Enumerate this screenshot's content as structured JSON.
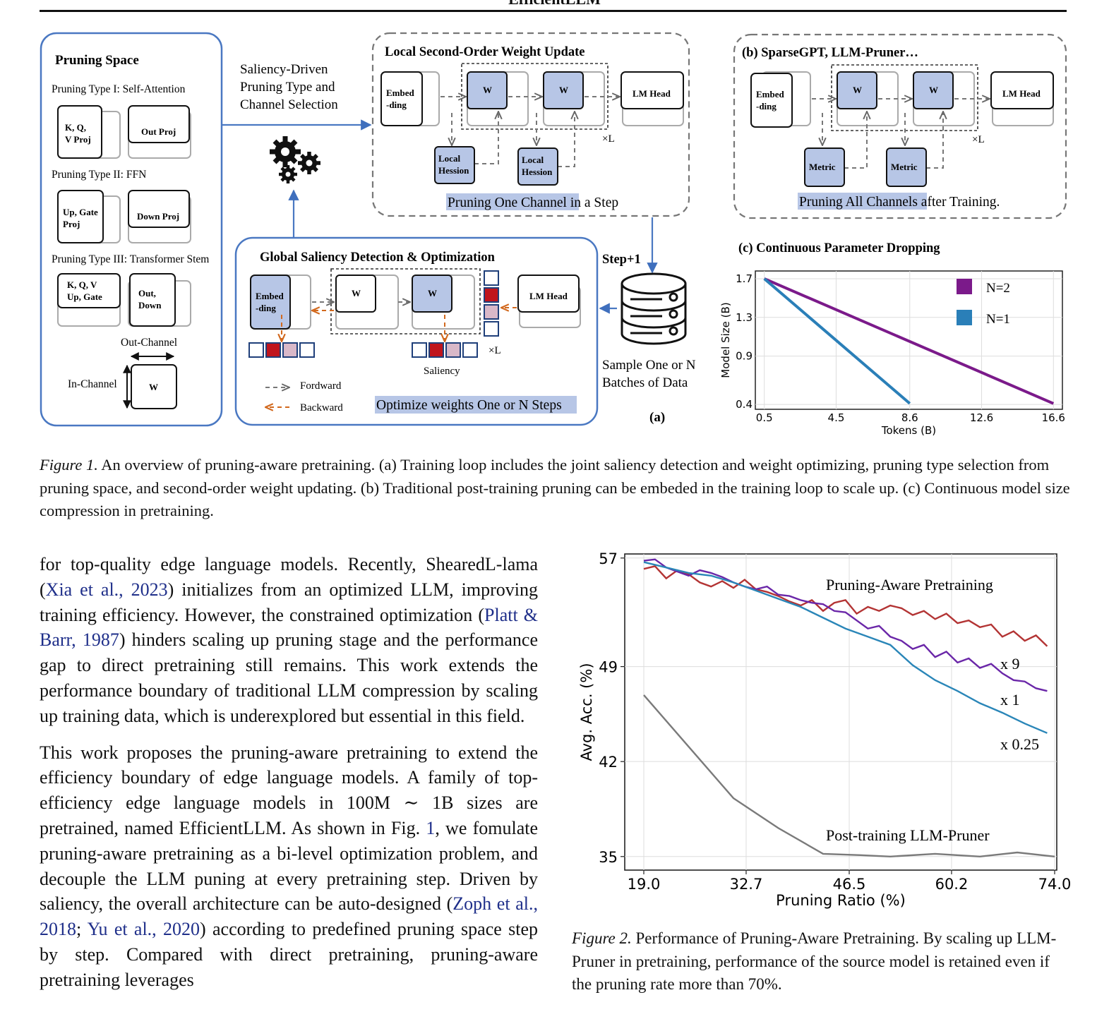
{
  "page": {
    "running_header": "EfficientLLM"
  },
  "fig1": {
    "pruning_space": {
      "title": "Pruning Space",
      "type1": "Pruning Type I: Self-Attention",
      "type1_boxes": [
        [
          "K, Q,",
          "V Proj"
        ],
        [
          "Out Proj"
        ]
      ],
      "type2": "Pruning Type II: FFN",
      "type2_boxes": [
        [
          "Up, Gate",
          "Proj"
        ],
        [
          "Down Proj"
        ]
      ],
      "type3": "Pruning Type III: Transformer Stem",
      "type3_boxes": [
        [
          "K, Q, V",
          "Up, Gate"
        ],
        [
          "Out,",
          "Down"
        ]
      ],
      "out_channel": "Out-Channel",
      "in_channel": "In-Channel",
      "w": "W"
    },
    "saliency_label": [
      "Saliency-Driven",
      "Pruning Type and",
      "Channel Selection"
    ],
    "local_update": {
      "title": "Local Second-Order Weight Update",
      "embed": [
        "Embed",
        "-ding"
      ],
      "w": "W",
      "lm_head": "LM Head",
      "times_l": "×L",
      "hession": [
        "Local",
        "Hession"
      ],
      "caption_highlight": "Pruning One Channel",
      "caption_rest": " in a Step"
    },
    "sparsegpt": {
      "title": "(b) SparseGPT, LLM-Pruner…",
      "embed": [
        "Embed",
        "-ding"
      ],
      "w": "W",
      "lm_head": "LM Head",
      "times_l": "×L",
      "metric": "Metric",
      "caption_highlight": "Pruning All Channels",
      "caption_rest": " after Training."
    },
    "global": {
      "title": "Global Saliency Detection & Optimization",
      "embed": [
        "Embed",
        "-ding"
      ],
      "w": "W",
      "lm_head": "LM Head",
      "times_l": "×L",
      "saliency": "Saliency",
      "forward": "Fordward",
      "backward": "Backward",
      "optimize": "Optimize weights One or N Steps"
    },
    "step_plus": "Step+1",
    "sample": [
      "Sample One or N",
      "Batches of Data"
    ],
    "label_a": "(a)",
    "continuous_title": "(c) Continuous Parameter Dropping"
  },
  "chart_data": [
    {
      "type": "line",
      "title": "(c) Continuous Parameter Dropping",
      "xlabel": "Tokens (B)",
      "ylabel": "Model Size (B)",
      "xticks": [
        "0.5",
        "4.5",
        "8.6",
        "12.6",
        "16.6"
      ],
      "yticks": [
        "1.7",
        "1.3",
        "0.9",
        "0.4"
      ],
      "xlim": [
        0,
        17.1
      ],
      "ylim": [
        0.35,
        1.78
      ],
      "grid": true,
      "legend_position": "top-right",
      "series": [
        {
          "name": "N=2",
          "color": "#7b1a8a",
          "x": [
            0.5,
            16.6
          ],
          "y": [
            1.7,
            0.41
          ]
        },
        {
          "name": "N=1",
          "color": "#2a7fb8",
          "x": [
            0.5,
            8.6
          ],
          "y": [
            1.7,
            0.41
          ]
        }
      ]
    },
    {
      "type": "line",
      "xlabel": "Pruning Ratio (%)",
      "ylabel": "Avg. Acc. (%)",
      "xticks": [
        "19.0",
        "32.7",
        "46.5",
        "60.2",
        "74.0"
      ],
      "yticks": [
        "57",
        "49",
        "42",
        "35"
      ],
      "xlim": [
        19.0,
        74.0
      ],
      "ylim": [
        34,
        57.3
      ],
      "grid": true,
      "annotations": [
        "Pruning-Aware Pretraining",
        "x 9",
        "x 1",
        "x 0.25",
        "Post-training LLM-Pruner"
      ],
      "series": [
        {
          "name": "x 9",
          "color": "#b33434",
          "x": [
            19.0,
            20.5,
            22.0,
            23.5,
            25.0,
            26.5,
            28.0,
            29.5,
            31.0,
            32.5,
            34.0,
            35.5,
            37.0,
            38.5,
            40.0,
            41.5,
            43.0,
            44.5,
            46.0,
            47.5,
            49.0,
            50.5,
            52.0,
            53.5,
            55.0,
            56.5,
            58.0,
            59.5,
            61.0,
            62.5,
            64.0,
            65.5,
            67.0,
            68.5,
            70.0,
            71.5,
            73.0
          ],
          "y": [
            56.2,
            56.4,
            55.5,
            56.1,
            55.8,
            55.2,
            54.9,
            55.3,
            54.8,
            55.4,
            54.7,
            54.5,
            54.2,
            53.8,
            53.5,
            53.9,
            53.1,
            53.7,
            53.9,
            52.9,
            53.4,
            53.1,
            53.5,
            53.3,
            52.8,
            53.1,
            52.5,
            52.9,
            52.2,
            52.4,
            51.9,
            52.1,
            51.2,
            51.6,
            50.9,
            51.3,
            50.5
          ]
        },
        {
          "name": "x 1",
          "color": "#6a26a8",
          "x": [
            19.0,
            20.5,
            22.0,
            23.5,
            25.0,
            26.5,
            28.0,
            29.5,
            31.0,
            32.5,
            34.0,
            35.5,
            37.0,
            38.5,
            40.0,
            41.5,
            43.0,
            44.5,
            46.0,
            47.5,
            49.0,
            50.5,
            52.0,
            53.5,
            55.0,
            56.5,
            58.0,
            59.5,
            61.0,
            62.5,
            64.0,
            65.5,
            67.0,
            68.5,
            70.0,
            71.5,
            73.0
          ],
          "y": [
            56.8,
            56.9,
            56.3,
            56.0,
            55.7,
            56.1,
            55.9,
            55.6,
            55.2,
            54.9,
            54.7,
            54.9,
            54.3,
            54.2,
            53.9,
            53.7,
            53.6,
            53.1,
            53.0,
            52.4,
            51.8,
            52.0,
            51.2,
            50.9,
            50.3,
            50.6,
            49.7,
            50.1,
            49.3,
            49.6,
            48.9,
            49.2,
            48.5,
            48.0,
            47.9,
            47.4,
            47.2
          ]
        },
        {
          "name": "x 0.25",
          "color": "#2a86b8",
          "x": [
            19.0,
            22.0,
            25.0,
            28.0,
            31.0,
            34.0,
            37.0,
            40.0,
            43.0,
            46.0,
            49.0,
            52.0,
            55.0,
            58.0,
            61.0,
            64.0,
            67.0,
            70.0,
            73.0
          ],
          "y": [
            56.7,
            56.3,
            55.9,
            55.7,
            55.2,
            54.6,
            54.0,
            53.4,
            52.6,
            51.8,
            51.2,
            50.6,
            49.1,
            48.0,
            47.2,
            46.3,
            45.6,
            44.8,
            44.1
          ]
        },
        {
          "name": "Post-training LLM-Pruner",
          "color": "#7a7a7a",
          "x": [
            19.0,
            25.0,
            31.0,
            37.0,
            43.0,
            48.0,
            52.0,
            58.0,
            64.0,
            69.0,
            74.0
          ],
          "y": [
            46.9,
            43.1,
            39.3,
            37.1,
            35.2,
            35.1,
            35.0,
            35.2,
            35.0,
            35.3,
            35.0
          ]
        }
      ]
    }
  ],
  "caption1": {
    "label": "Figure 1.",
    "text": " An overview of pruning-aware pretraining. (a) Training loop includes the joint saliency detection and weight optimizing, pruning type selection from pruning space, and second-order weight updating. (b) Traditional post-training pruning can be embeded in the training loop to scale up. (c) Continuous model size compression in pretraining."
  },
  "caption2": {
    "label": "Figure 2.",
    "text": " Performance of Pruning-Aware Pretraining. By scaling up LLM-Pruner in pretraining, performance of the source model is retained even if the pruning rate more than 70%."
  },
  "body": {
    "p1_a": "for top-quality edge language models. Recently, ShearedL-lama (",
    "p1_c1": "Xia et al., 2023",
    "p1_b": ") initializes from an optimized LLM, improving training efficiency.  However, the constrained optimization (",
    "p1_c2": "Platt & Barr, 1987",
    "p1_c": ") hinders scaling up pruning stage and the performance gap to direct pretraining still remains. This work extends the performance boundary of traditional LLM compression by scaling up training data, which is underexplored but essential in this field.",
    "p2_a": "This work proposes the pruning-aware pretraining to extend the efficiency boundary of edge language models. A family of top-efficiency edge language models in 100M ∼ 1B sizes are pretrained, named EfficientLLM. As shown in Fig. ",
    "p2_c1": "1",
    "p2_b": ", we fomulate pruning-aware pretraining as a bi-level optimization problem, and decouple the LLM puning at every pretraining step. Driven by saliency, the overall architecture can be auto-designed (",
    "p2_c2": "Zoph et al., 2018",
    "p2_sep": "; ",
    "p2_c3": "Yu et al., 2020",
    "p2_c": ") according to predefined pruning space step by step. Compared with direct pretraining, pruning-aware pretraining leverages"
  }
}
